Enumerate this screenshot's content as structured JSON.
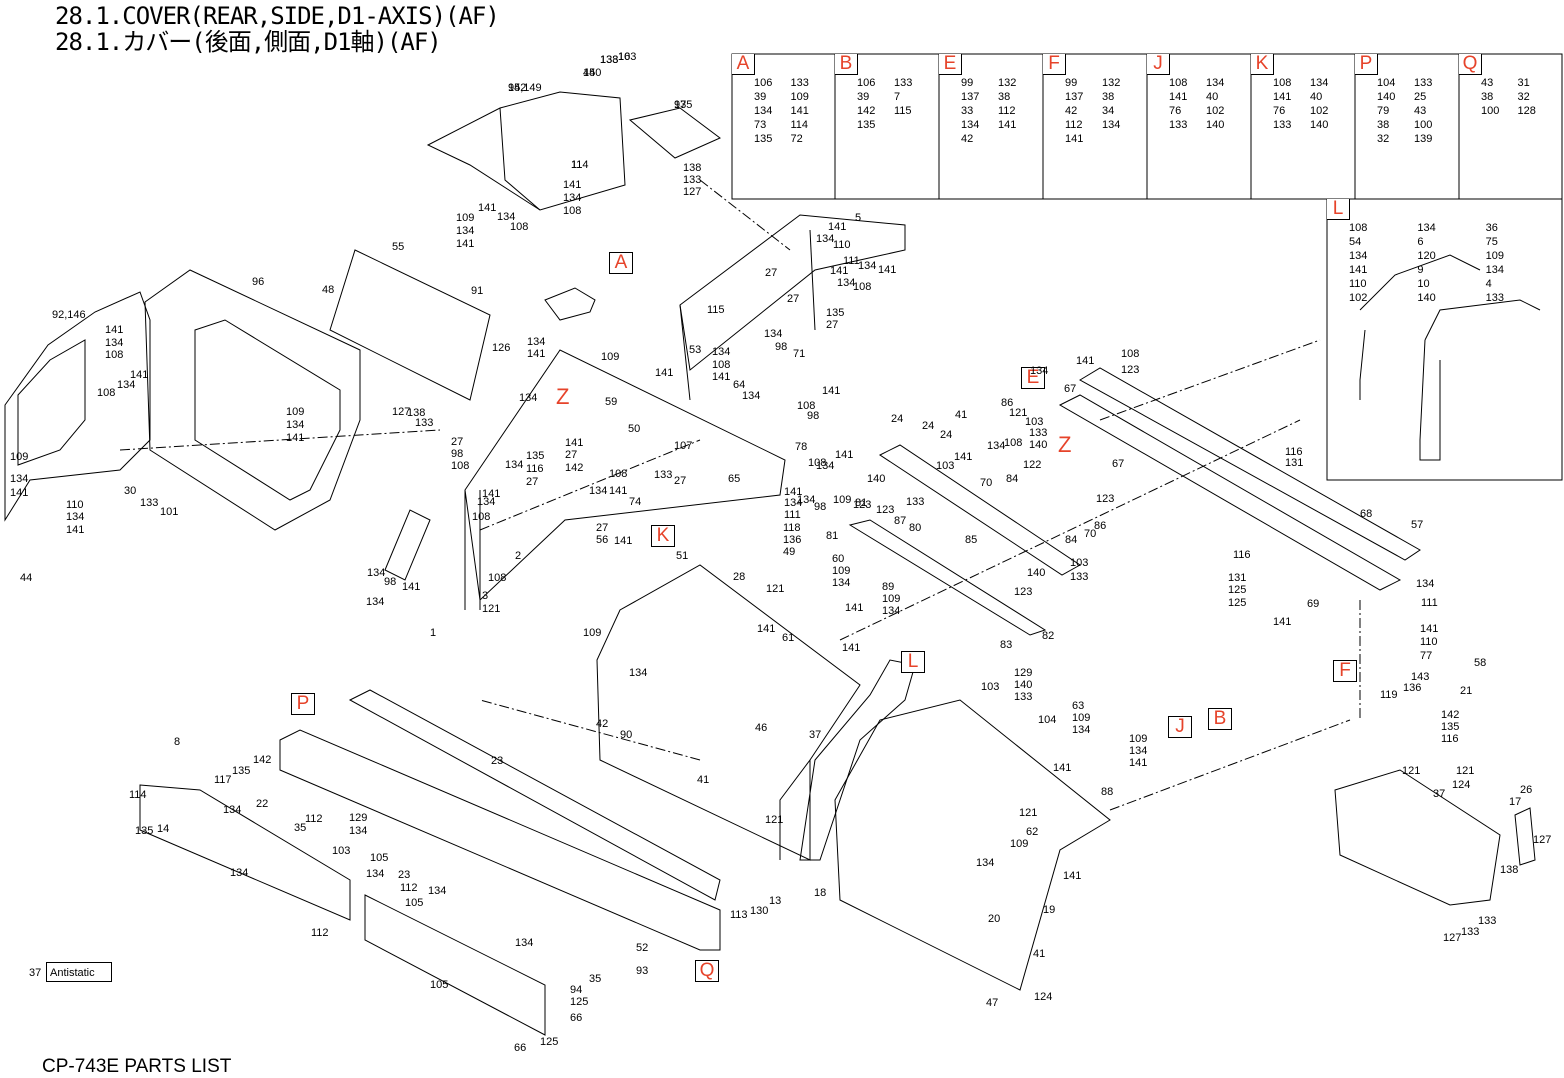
{
  "header": {
    "title_en": "28.1.COVER(REAR,SIDE,D1-AXIS)(AF)",
    "title_jp": "28.1.カバー(後面,側面,D1軸)(AF)"
  },
  "footer": {
    "text": "CP-743E PARTS LIST"
  },
  "legend": {
    "number": "37",
    "text": "Antistatic"
  },
  "colors": {
    "ref_letter": "#e6432a",
    "line": "#000000"
  },
  "detail_boxes": [
    {
      "letter": "A",
      "parts": [
        "106",
        "133",
        "39",
        "109",
        "134",
        "141",
        "73",
        "114",
        "135",
        "72"
      ]
    },
    {
      "letter": "B",
      "parts": [
        "106",
        "133",
        "39",
        "7",
        "142",
        "115",
        "135"
      ]
    },
    {
      "letter": "E",
      "parts": [
        "99",
        "132",
        "137",
        "38",
        "33",
        "112",
        "134",
        "141",
        "42"
      ]
    },
    {
      "letter": "F",
      "parts": [
        "99",
        "132",
        "137",
        "38",
        "42",
        "34",
        "112",
        "134",
        "141"
      ]
    },
    {
      "letter": "J",
      "parts": [
        "108",
        "134",
        "141",
        "40",
        "76",
        "102",
        "133",
        "140"
      ]
    },
    {
      "letter": "K",
      "parts": [
        "108",
        "134",
        "141",
        "40",
        "76",
        "102",
        "133",
        "140"
      ]
    },
    {
      "letter": "P",
      "parts": [
        "104",
        "133",
        "140",
        "25",
        "79",
        "43",
        "38",
        "100",
        "32",
        "139"
      ]
    },
    {
      "letter": "Q",
      "parts": [
        "43",
        "31",
        "38",
        "32",
        "100",
        "128"
      ]
    },
    {
      "letter": "L",
      "parts": [
        "108",
        "134",
        "36",
        "54",
        "6",
        "75",
        "134",
        "120",
        "109",
        "141",
        "9",
        "134",
        "110",
        "10",
        "4",
        "102",
        "140",
        "133"
      ]
    }
  ],
  "callouts": [
    "A",
    "K",
    "E",
    "L",
    "P",
    "J",
    "B",
    "F",
    "Q"
  ],
  "z_mark": "Z",
  "part_labels": [
    "133",
    "103",
    "140",
    "95,149",
    "97",
    "11",
    "138",
    "133",
    "127",
    "141",
    "134",
    "108",
    "109",
    "134",
    "141",
    "141",
    "134",
    "108",
    "55",
    "48",
    "91",
    "96",
    "92,146",
    "141",
    "134",
    "108",
    "141",
    "134",
    "108",
    "126",
    "127",
    "138",
    "133",
    "109",
    "134",
    "141",
    "109",
    "134",
    "141",
    "110",
    "134",
    "141",
    "44",
    "30",
    "133",
    "101",
    "5",
    "141",
    "134",
    "110",
    "111",
    "134",
    "141",
    "27",
    "141",
    "134",
    "108",
    "27",
    "115",
    "135",
    "27",
    "53",
    "141",
    "134",
    "108",
    "141",
    "134",
    "98",
    "71",
    "64",
    "141",
    "134",
    "108",
    "98",
    "134",
    "141",
    "109",
    "134",
    "59",
    "50",
    "27",
    "98",
    "108",
    "134",
    "141",
    "27",
    "142",
    "135",
    "116",
    "27",
    "108",
    "134",
    "141",
    "74",
    "141",
    "134",
    "108",
    "107",
    "133",
    "27",
    "78",
    "141",
    "134",
    "108",
    "65",
    "141",
    "134",
    "111",
    "27",
    "56",
    "141",
    "134",
    "98",
    "109",
    "134",
    "98",
    "141",
    "134",
    "108",
    "2",
    "3",
    "121",
    "1",
    "51",
    "28",
    "118",
    "136",
    "49",
    "121",
    "60",
    "109",
    "134",
    "141",
    "89",
    "109",
    "134",
    "141",
    "61",
    "109",
    "134",
    "141",
    "42",
    "90",
    "41",
    "121",
    "46",
    "37",
    "24",
    "24",
    "24",
    "41",
    "121",
    "103",
    "133",
    "140",
    "86",
    "141",
    "134",
    "108",
    "103",
    "140",
    "133",
    "70",
    "84",
    "122",
    "123",
    "86",
    "84",
    "70",
    "85",
    "140",
    "103",
    "133",
    "123",
    "123",
    "82",
    "83",
    "81",
    "123",
    "87",
    "80",
    "81",
    "141",
    "134",
    "108",
    "123",
    "67",
    "67",
    "116",
    "131",
    "68",
    "57",
    "116",
    "131",
    "125",
    "125",
    "69",
    "141",
    "134",
    "111",
    "141",
    "110",
    "77",
    "58",
    "143",
    "136",
    "119",
    "21",
    "142",
    "135",
    "116",
    "8",
    "142",
    "135",
    "117",
    "114",
    "135",
    "14",
    "22",
    "134",
    "112",
    "35",
    "103",
    "129",
    "134",
    "105",
    "23",
    "134",
    "112",
    "105",
    "134",
    "23",
    "134",
    "112",
    "105",
    "134",
    "52",
    "93",
    "35",
    "94",
    "125",
    "66",
    "66",
    "125",
    "113",
    "130",
    "13",
    "103",
    "129",
    "140",
    "133",
    "104",
    "63",
    "109",
    "134",
    "141",
    "88",
    "109",
    "134",
    "141",
    "121",
    "62",
    "109",
    "134",
    "141",
    "18",
    "20",
    "19",
    "41",
    "47",
    "124",
    "121",
    "121",
    "37",
    "124",
    "26",
    "17",
    "127",
    "138",
    "133",
    "133",
    "127",
    "138",
    "16",
    "45",
    "142",
    "135",
    "114"
  ]
}
